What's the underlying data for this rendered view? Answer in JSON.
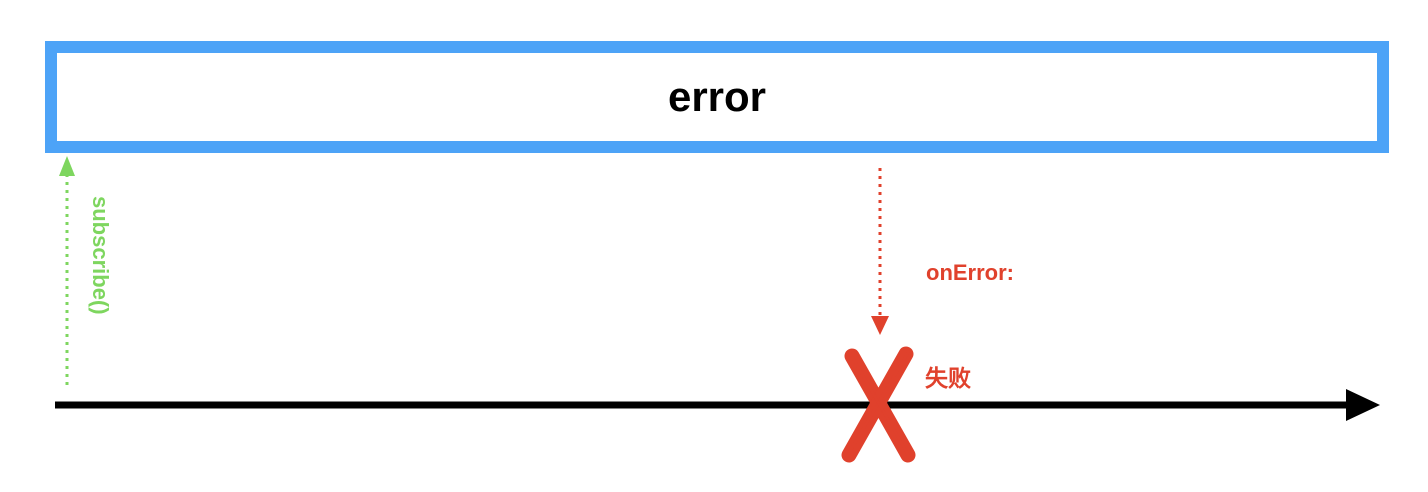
{
  "operator": {
    "name": "error"
  },
  "subscription": {
    "label": "subscribe()"
  },
  "event": {
    "label": "onError:",
    "result": "失败"
  },
  "colors": {
    "operator_border": "#4da3f7",
    "subscribe": "#7ed65f",
    "error": "#e0412c",
    "timeline": "#000000"
  }
}
